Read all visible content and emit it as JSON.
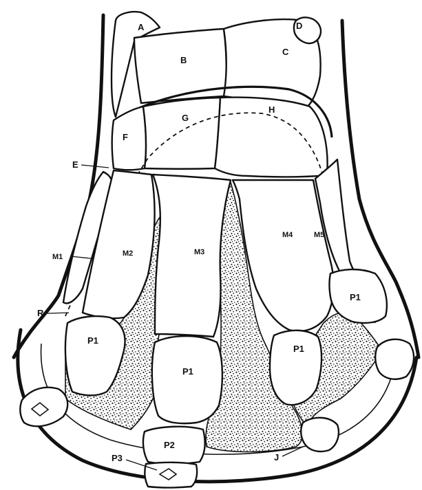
{
  "labels": {
    "A": "A",
    "B": "B",
    "C": "C",
    "D": "D",
    "E": "E",
    "F": "F",
    "G": "G",
    "H": "H",
    "J": "J",
    "R": "R",
    "M1": "M1",
    "M2": "M2",
    "M3": "M3",
    "M4": "M4",
    "M5": "M5",
    "P1_left": "P1",
    "P1_center": "P1",
    "P1_midright": "P1",
    "P1_right": "P1",
    "P2": "P2",
    "P3": "P3"
  }
}
